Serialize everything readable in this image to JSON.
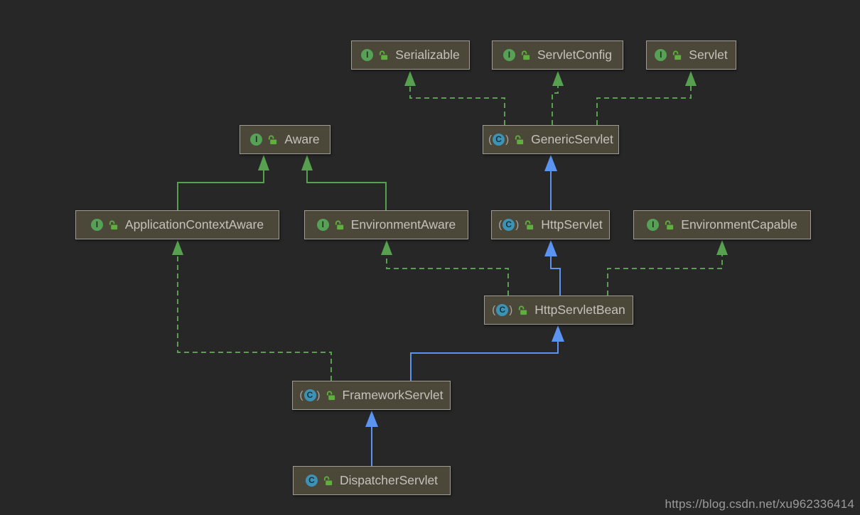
{
  "diagram": {
    "nodes": [
      {
        "label": "Serializable",
        "type": "interface"
      },
      {
        "label": "ServletConfig",
        "type": "interface"
      },
      {
        "label": "Servlet",
        "type": "interface"
      },
      {
        "label": "Aware",
        "type": "interface"
      },
      {
        "label": "GenericServlet",
        "type": "abstract-class"
      },
      {
        "label": "ApplicationContextAware",
        "type": "interface"
      },
      {
        "label": "EnvironmentAware",
        "type": "interface"
      },
      {
        "label": "HttpServlet",
        "type": "abstract-class"
      },
      {
        "label": "EnvironmentCapable",
        "type": "interface"
      },
      {
        "label": "HttpServletBean",
        "type": "abstract-class"
      },
      {
        "label": "FrameworkServlet",
        "type": "abstract-class"
      },
      {
        "label": "DispatcherServlet",
        "type": "class"
      }
    ],
    "edges": [
      {
        "from": "GenericServlet",
        "to": "Serializable",
        "relation": "implements",
        "style": "dashed-green"
      },
      {
        "from": "GenericServlet",
        "to": "ServletConfig",
        "relation": "implements",
        "style": "dashed-green"
      },
      {
        "from": "GenericServlet",
        "to": "Servlet",
        "relation": "implements",
        "style": "dashed-green"
      },
      {
        "from": "HttpServlet",
        "to": "GenericServlet",
        "relation": "extends",
        "style": "solid-blue"
      },
      {
        "from": "ApplicationContextAware",
        "to": "Aware",
        "relation": "extends",
        "style": "solid-green"
      },
      {
        "from": "EnvironmentAware",
        "to": "Aware",
        "relation": "extends",
        "style": "solid-green"
      },
      {
        "from": "HttpServletBean",
        "to": "EnvironmentAware",
        "relation": "implements",
        "style": "dashed-green"
      },
      {
        "from": "HttpServletBean",
        "to": "HttpServlet",
        "relation": "extends",
        "style": "solid-blue"
      },
      {
        "from": "HttpServletBean",
        "to": "EnvironmentCapable",
        "relation": "implements",
        "style": "dashed-green"
      },
      {
        "from": "FrameworkServlet",
        "to": "ApplicationContextAware",
        "relation": "implements",
        "style": "dashed-green"
      },
      {
        "from": "FrameworkServlet",
        "to": "HttpServletBean",
        "relation": "extends",
        "style": "solid-blue"
      },
      {
        "from": "DispatcherServlet",
        "to": "FrameworkServlet",
        "relation": "extends",
        "style": "solid-blue"
      }
    ]
  },
  "icons": {
    "interface_letter": "I",
    "class_letter": "C",
    "abstract_paren_left": "(",
    "abstract_paren_right": ")"
  },
  "colors": {
    "canvas_bg": "#272727",
    "node_bg": "#4b4739",
    "node_border": "#9e9c95",
    "node_text": "#c5c2bc",
    "interface_icon": "#56a156",
    "class_icon": "#3e93b5",
    "lock_green": "#5fae3f",
    "edge_green": "#57a04f",
    "edge_blue": "#5a93f0",
    "watermark": "#9b9b9b"
  },
  "watermark": {
    "text": "https://blog.csdn.net/xu962336414"
  }
}
